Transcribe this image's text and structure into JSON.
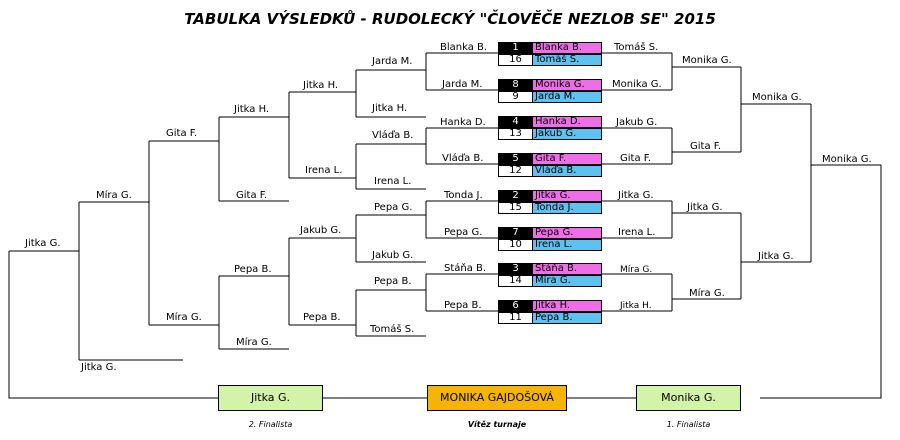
{
  "title": "TABULKA VÝSLEDKŮ - RUDOLECKÝ \"ČLOVĚČE NEZLOB SE\" 2015",
  "seeds": [
    {
      "num": "1",
      "name": "Blanka B."
    },
    {
      "num": "16",
      "name": "Tomáš S."
    },
    {
      "num": "8",
      "name": "Monika G."
    },
    {
      "num": "9",
      "name": "Jarda M."
    },
    {
      "num": "4",
      "name": "Hanka D."
    },
    {
      "num": "13",
      "name": "Jakub G."
    },
    {
      "num": "5",
      "name": "Gita F."
    },
    {
      "num": "12",
      "name": "Vláďa B."
    },
    {
      "num": "2",
      "name": "Jitka G."
    },
    {
      "num": "15",
      "name": "Tonda J."
    },
    {
      "num": "7",
      "name": "Pepa G."
    },
    {
      "num": "10",
      "name": "Irena L."
    },
    {
      "num": "3",
      "name": "Stáňa B."
    },
    {
      "num": "14",
      "name": "Míra G."
    },
    {
      "num": "6",
      "name": "Jitka H."
    },
    {
      "num": "11",
      "name": "Pepa B."
    }
  ],
  "left": {
    "r1": [
      "Blanka B.",
      "Jarda M.",
      "Hanka D.",
      "Vláďa B.",
      "Tonda J.",
      "Pepa G.",
      "Stáňa B.",
      "Pepa B."
    ],
    "r2": [
      "Jarda M.",
      "Jitka H.",
      "Vláďa B.",
      "Irena L.",
      "Pepa G.",
      "Jakub G.",
      "Pepa B.",
      "Tomáš S."
    ],
    "r3": [
      "Jitka H.",
      "Irena L.",
      "Jakub G.",
      "Pepa B."
    ],
    "r4": [
      "Jitka H.",
      "Gita F.",
      "Pepa B.",
      "Míra G."
    ],
    "r5": [
      "Gita F.",
      "Míra G."
    ],
    "r6": [
      "Míra G.",
      "Jitka G."
    ],
    "r7": "Jitka G."
  },
  "right": {
    "r1": [
      "Tomáš S.",
      "Monika G.",
      "Jakub G.",
      "Gita F.",
      "Jitka G.",
      "Irena L.",
      "Míra G.",
      "Jitka H."
    ],
    "r2": [
      "Monika G.",
      "Gita F.",
      "Jitka G.",
      "Míra G."
    ],
    "r3": [
      "Monika G.",
      "Jitka G."
    ],
    "r4": "Monika G."
  },
  "final": {
    "left_finalist": "Jitka G.",
    "winner": "MONIKA GAJDOŠOVÁ",
    "right_finalist": "Monika G.",
    "left_caption": "2. Finalista",
    "winner_caption": "Vítěz turnaje",
    "right_caption": "1. Finalista"
  },
  "colors": {
    "seed_top": "#ef6ee8",
    "seed_bottom": "#5ec2f0",
    "finalist": "#d3f3a9",
    "winner": "#f5b400"
  }
}
